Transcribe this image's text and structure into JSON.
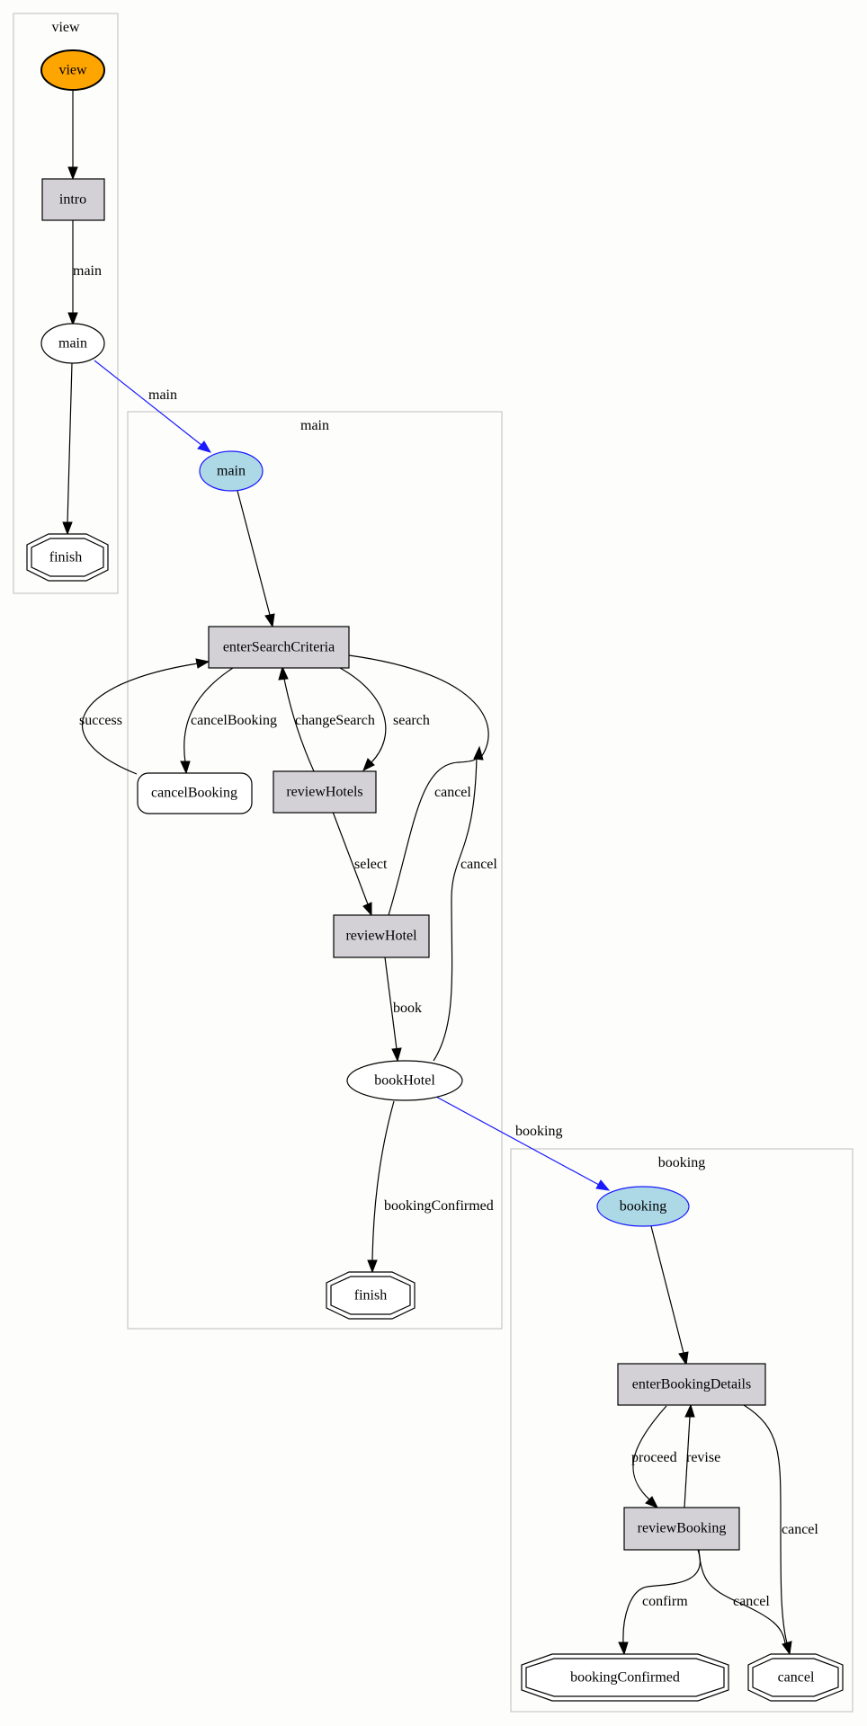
{
  "clusters": {
    "view": "view",
    "main": "main",
    "booking": "booking"
  },
  "nodes": {
    "view_start": "view",
    "intro": "intro",
    "main_sub": "main",
    "view_finish": "finish",
    "main_start": "main",
    "enterSearchCriteria": "enterSearchCriteria",
    "cancelBooking": "cancelBooking",
    "reviewHotels": "reviewHotels",
    "reviewHotel": "reviewHotel",
    "bookHotel": "bookHotel",
    "main_finish": "finish",
    "booking_start": "booking",
    "enterBookingDetails": "enterBookingDetails",
    "reviewBooking": "reviewBooking",
    "bookingConfirmed": "bookingConfirmed",
    "booking_cancel": "cancel"
  },
  "edges": {
    "intro_main": "main",
    "main_to_main": "main",
    "success": "success",
    "cancelBooking": "cancelBooking",
    "changeSearch": "changeSearch",
    "search": "search",
    "cancel_hotel": "cancel",
    "select": "select",
    "cancel_book": "cancel",
    "book": "book",
    "booking_link": "booking",
    "bookingConfirmed": "bookingConfirmed",
    "proceed": "proceed",
    "revise": "revise",
    "cancel_details": "cancel",
    "confirm": "confirm",
    "cancel_review": "cancel"
  },
  "colors": {
    "start_fill": "#ffa500",
    "sub_start_fill": "#add8e6",
    "view_state_fill": "#d3d1d6",
    "link_edge": "#1a1aff",
    "cluster_border": "#bdbdbd"
  }
}
